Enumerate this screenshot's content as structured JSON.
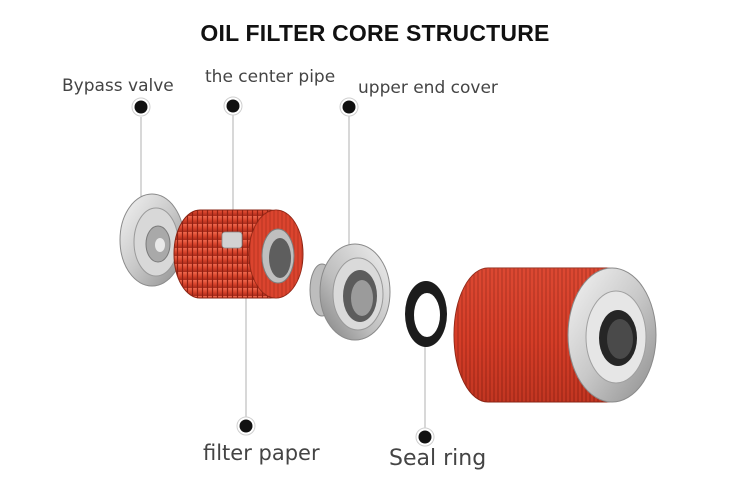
{
  "title": "OIL FILTER CORE STRUCTURE",
  "labels": {
    "bypass_valve": "Bypass valve",
    "center_pipe": "the center pipe",
    "upper_end_cover": "upper end cover",
    "filter_paper": "filter paper",
    "seal_ring": "Seal ring"
  },
  "colors": {
    "filter_red": "#d9442c",
    "filter_red_dark": "#a92a1a",
    "metal_light": "#e4e4e4",
    "metal_dark": "#8a8a8a",
    "seal_black": "#1c1c1c",
    "marker_black": "#111111",
    "leader_gray": "#b0b0b0"
  }
}
